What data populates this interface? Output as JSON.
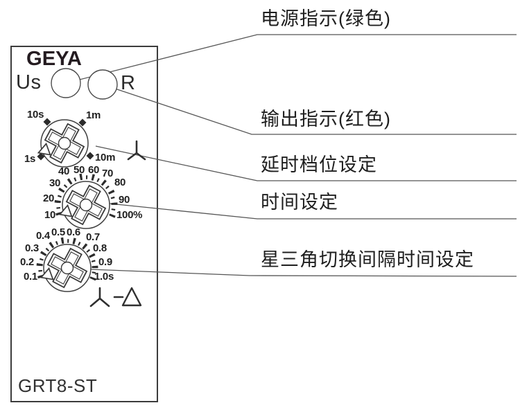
{
  "colors": {
    "ink": "#2b2b2b",
    "line": "#4f4f4f",
    "tick": "#2d2d2d",
    "power_led_color_named": "绿色",
    "output_led_color_named": "红色"
  },
  "panel": {
    "logo": "GEYA",
    "model": "GRT8-ST",
    "leds": {
      "power": "Us",
      "output": "R"
    },
    "dials": {
      "range": {
        "labels": [
          "10s",
          "1m",
          "1s",
          "10m"
        ]
      },
      "percent": {
        "labels": [
          "10",
          "20",
          "30",
          "40",
          "50",
          "60",
          "70",
          "80",
          "90",
          "100%"
        ]
      },
      "interval": {
        "labels": [
          "0.1",
          "0.2",
          "0.3",
          "0.4",
          "0.5",
          "0.6",
          "0.7",
          "0.8",
          "0.9",
          "1.0s"
        ]
      }
    },
    "symbols": {
      "wye": "⅄",
      "star_delta": "⅄–△"
    }
  },
  "callouts": {
    "power": "电源指示(绿色)",
    "output": "输出指示(红色)",
    "range": "延时档位设定",
    "time": "时间设定",
    "star_delta": "星三角切换间隔时间设定"
  }
}
